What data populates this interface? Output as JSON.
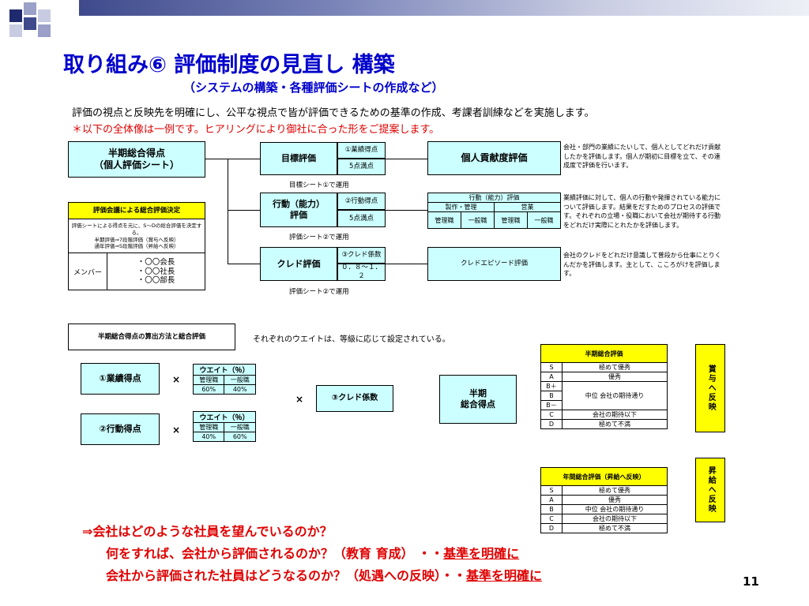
{
  "slide": {
    "title": "取り組み⑥ 評価制度の見直し 構築",
    "subtitle": "（システムの構築・各種評価シートの作成など）",
    "intro": "評価の視点と反映先を明確にし、公平な視点で皆が評価できるための基準の作成、考課者訓練などを実施します。",
    "note": "＊以下の全体像は一例です。ヒアリングにより御社に合った形をご提案します。",
    "page_number": "11"
  },
  "left": {
    "half_term_box": "半期総合得点\n（個人評価シート）",
    "council_title": "評価会議による総合評価決定",
    "council_text": "評価シートによる得点を元に、S～Dの総合評価を決定する。\n半期評価⇒7段階評価（賞与へ反映）\n通年評価⇒5段階評価（昇給へ反映）",
    "member_label": "メンバー",
    "members": "・〇〇会長\n・〇〇社長\n・〇〇部長"
  },
  "rows": [
    {
      "name": "目標評価",
      "tag": "①業績得点",
      "sub": "5点満点",
      "sheet": "目標シート①で運用",
      "result": "個人貢献度評価",
      "desc": "会社・部門の業績にたいして、個人としてどれだけ貢献したかを評価します。個人が期初に目標を立て、その達成度で評価を行います。"
    },
    {
      "name": "行動（能力）\n評価",
      "tag": "②行動得点",
      "sub": "5点満点",
      "sheet": "評価シート②で運用",
      "result_header": "行動（能力）評価",
      "result_groups": [
        "製作・管理",
        "営業"
      ],
      "result_cells": [
        "管理職",
        "一般職",
        "管理職",
        "一般職"
      ],
      "desc": "業績評価に対して、個人の行動や発揮されている能力について評価します。結果をだすためのプロセスの評価です。それぞれの立場・役職において会社が期待する行動をどれだけ実際にとれたかを評価します。"
    },
    {
      "name": "クレド評価",
      "tag": "③クレド係数",
      "sub": "０．８～１．２",
      "sheet": "評価シート②で運用",
      "result": "クレドエピソード評価",
      "desc": "会社のクレドをどれだけ意識して普段から仕事にとりくんだかを評価します。主として、こころがけを評価します。"
    }
  ],
  "calc": {
    "heading": "半期総合得点の算出方法と総合評価",
    "heading_note": "それぞれのウエイトは、等級に応じて設定されている。",
    "perf_label": "①業績得点",
    "action_label": "②行動得点",
    "times": "×",
    "weight_title": "ウエイト（％）",
    "weight_cols": [
      "管理職",
      "一般職"
    ],
    "weight_perf": [
      "60%",
      "40%"
    ],
    "weight_action": [
      "40%",
      "60%"
    ],
    "credo_label": "③クレド係数",
    "result_label": "半期\n総合得点"
  },
  "half_eval": {
    "title": "半期総合評価",
    "rows": [
      {
        "grade": "S",
        "text": "極めて優秀"
      },
      {
        "grade": "A",
        "text": "優秀"
      },
      {
        "grade": "B＋",
        "text": "中位 会社の期待通り"
      },
      {
        "grade": "B",
        "text": ""
      },
      {
        "grade": "B－",
        "text": ""
      },
      {
        "grade": "C",
        "text": "会社の期待以下"
      },
      {
        "grade": "D",
        "text": "極めて不満"
      }
    ],
    "side_label": "賞与へ反映"
  },
  "annual_eval": {
    "title": "年間総合評価（昇給へ反映）",
    "rows": [
      {
        "grade": "S",
        "text": "極めて優秀"
      },
      {
        "grade": "A",
        "text": "優秀"
      },
      {
        "grade": "B",
        "text": "中位 会社の期待通り"
      },
      {
        "grade": "C",
        "text": "会社の期待以下"
      },
      {
        "grade": "D",
        "text": "極めて不満"
      }
    ],
    "side_label": "昇給へ反映"
  },
  "questions": {
    "q1": "⇒会社はどのような社員を望んでいるのか？",
    "q2_prefix": "何をすれば、会社から評価されるのか？（教育 育成） ・・",
    "q2_link": "基準を明確に",
    "q3_prefix": "会社から評価された社員はどうなるのか？（処遇への反映）・・",
    "q3_link": "基準を明確に"
  },
  "colors": {
    "title_blue": "#0000cc",
    "note_red": "#e00000",
    "cyan": "#ccffff",
    "yellow": "#ffff00"
  }
}
